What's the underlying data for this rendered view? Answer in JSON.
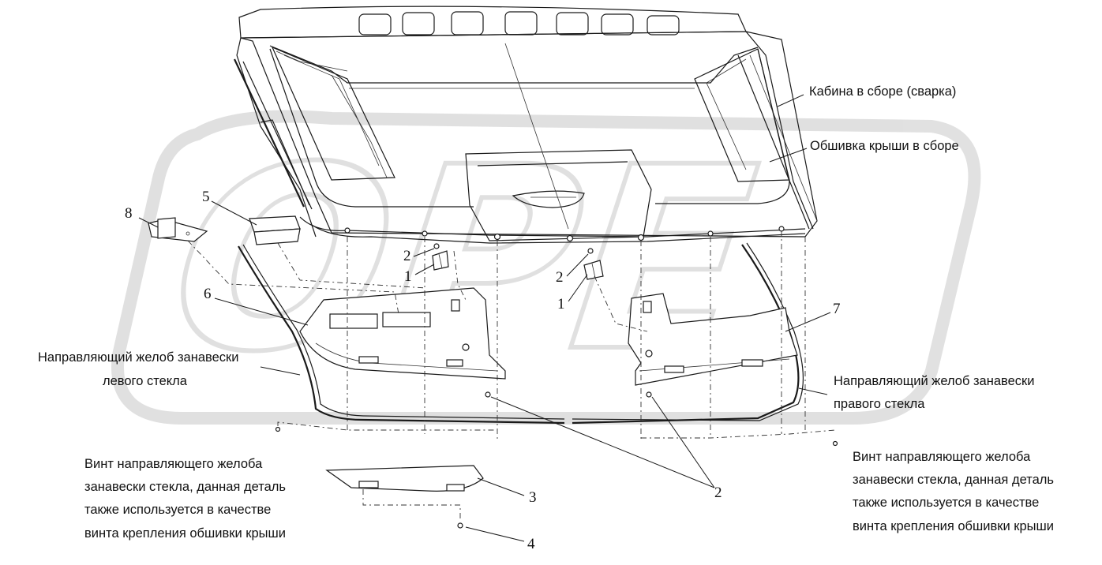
{
  "watermark": {
    "text": "ОРЕ",
    "color": "#c8c8c8"
  },
  "labels": {
    "cab_assembly": "Кабина в сборе (сварка)",
    "roof_lining": "Обшивка крыши в сборе",
    "left_guide_l1": "Направляющий желоб занавески",
    "left_guide_l2": "левого стекла",
    "right_guide_l1": "Направляющий желоб занавески",
    "right_guide_l2": "правого стекла",
    "left_screw_l1": "Винт направляющего желоба",
    "left_screw_l2": "занавески стекла, данная деталь",
    "left_screw_l3": "также используется в качестве",
    "left_screw_l4": "винта крепления обшивки крыши",
    "right_screw_l1": "Винт направляющего желоба",
    "right_screw_l2": "занавески стекла, данная деталь",
    "right_screw_l3": "также используется в качестве",
    "right_screw_l4": "винта крепления обшивки крыши"
  },
  "callouts": {
    "n1a": "1",
    "n1b": "1",
    "n2a": "2",
    "n2b": "2",
    "n2c": "2",
    "n3": "3",
    "n4": "4",
    "n5": "5",
    "n6": "6",
    "n7": "7",
    "n8": "8"
  }
}
